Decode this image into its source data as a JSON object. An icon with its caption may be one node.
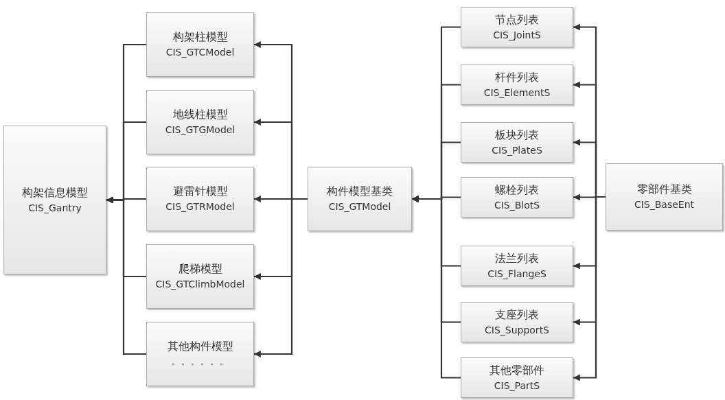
{
  "diagram": {
    "nodes": [
      {
        "text": [
          "构架信息模型",
          "CIS_Gantry"
        ]
      },
      {
        "text": [
          "构架柱模型",
          "CIS_GTCModel"
        ]
      },
      {
        "text": [
          "地线柱模型",
          "CIS_GTGModel"
        ]
      },
      {
        "text": [
          "避雷针模型",
          "CIS_GTRModel"
        ]
      },
      {
        "text": [
          "爬梯模型",
          "CIS_GTClimbModel"
        ]
      },
      {
        "text": [
          "其他构件模型",
          "。。。。。。"
        ]
      },
      {
        "text": [
          "构件模型基类",
          "CIS_GTModel"
        ]
      },
      {
        "text": [
          "节点列表",
          "CIS_JointS"
        ]
      },
      {
        "text": [
          "杆件列表",
          "CIS_ElementS"
        ]
      },
      {
        "text": [
          "板块列表",
          "CIS_PlateS"
        ]
      },
      {
        "text": [
          "螺栓列表",
          "CIS_BlotS"
        ]
      },
      {
        "text": [
          "法兰列表",
          "CIS_FlangeS"
        ]
      },
      {
        "text": [
          "支座列表",
          "CIS_SupportS"
        ]
      },
      {
        "text": [
          "其他零部件",
          "CIS_PartS"
        ]
      },
      {
        "text": [
          "零部件基类",
          "CIS_BaseEnt"
        ]
      }
    ],
    "edges": [
      {
        "from": 1,
        "to": 0,
        "arrow": "to"
      },
      {
        "from": 2,
        "to": 0,
        "arrow": "to"
      },
      {
        "from": 3,
        "to": 0,
        "arrow": "to"
      },
      {
        "from": 4,
        "to": 0,
        "arrow": "to"
      },
      {
        "from": 5,
        "to": 0,
        "arrow": "to"
      },
      {
        "from": 6,
        "to": 1,
        "arrow": "to"
      },
      {
        "from": 6,
        "to": 2,
        "arrow": "to"
      },
      {
        "from": 6,
        "to": 3,
        "arrow": "to"
      },
      {
        "from": 6,
        "to": 4,
        "arrow": "to"
      },
      {
        "from": 6,
        "to": 5,
        "arrow": "to"
      },
      {
        "from": 7,
        "to": 6,
        "arrow": "to"
      },
      {
        "from": 8,
        "to": 6,
        "arrow": "to"
      },
      {
        "from": 9,
        "to": 6,
        "arrow": "to"
      },
      {
        "from": 10,
        "to": 6,
        "arrow": "to"
      },
      {
        "from": 11,
        "to": 6,
        "arrow": "to"
      },
      {
        "from": 12,
        "to": 6,
        "arrow": "to"
      },
      {
        "from": 13,
        "to": 6,
        "arrow": "to"
      },
      {
        "from": 14,
        "to": 7,
        "arrow": "to"
      },
      {
        "from": 14,
        "to": 8,
        "arrow": "to"
      },
      {
        "from": 14,
        "to": 9,
        "arrow": "to"
      },
      {
        "from": 14,
        "to": 10,
        "arrow": "to"
      },
      {
        "from": 14,
        "to": 11,
        "arrow": "to"
      },
      {
        "from": 14,
        "to": 12,
        "arrow": "to"
      },
      {
        "from": 14,
        "to": 13,
        "arrow": "to"
      }
    ]
  }
}
